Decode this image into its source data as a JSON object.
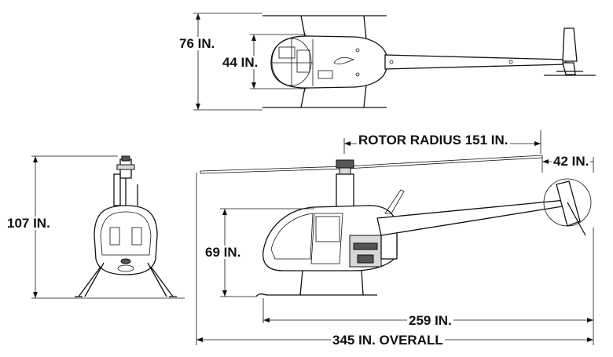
{
  "dimensions": {
    "top_width_outer": "76 IN.",
    "top_width_inner": "44 IN.",
    "front_height": "107 IN.",
    "side_cabin_height": "69 IN.",
    "rotor_radius": "ROTOR RADIUS 151 IN.",
    "tail_rotor": "42 IN.",
    "skid_length": "259 IN.",
    "overall_length": "345  IN. OVERALL"
  }
}
